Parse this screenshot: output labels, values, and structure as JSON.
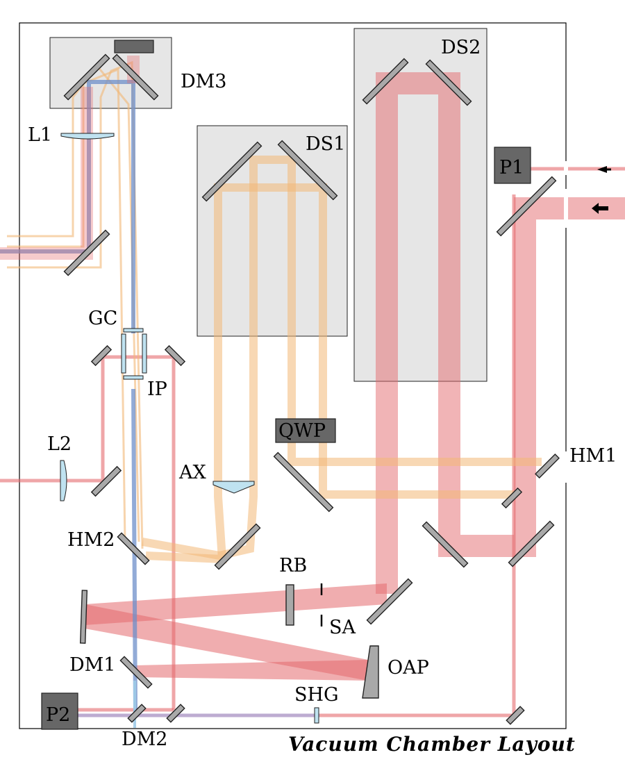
{
  "diagram": {
    "title": "Vacuum Chamber Layout",
    "stages": {
      "ds1": "DS1",
      "ds2": "DS2",
      "dm3": "DM3"
    },
    "components": {
      "l1": "L1",
      "l2": "L2",
      "gc": "GC",
      "ip": "IP",
      "ax": "AX",
      "hm1": "HM1",
      "hm2": "HM2",
      "dm1": "DM1",
      "dm2": "DM2",
      "rb": "RB",
      "sa": "SA",
      "oap": "OAP",
      "shg": "SHG",
      "qwp": "QWP",
      "p1": "P1",
      "p2": "P2"
    },
    "colors": {
      "red_beam": "#e46a6e",
      "orange_beam": "#f2b877",
      "blue_beam": "#6d8fc9",
      "light_blue_beam": "#9fcbe8",
      "purple_beam": "#b6a3cc",
      "mirror": "#a9a9a9",
      "dark_block": "#676767",
      "stage_fill": "#e6e6e6"
    }
  }
}
